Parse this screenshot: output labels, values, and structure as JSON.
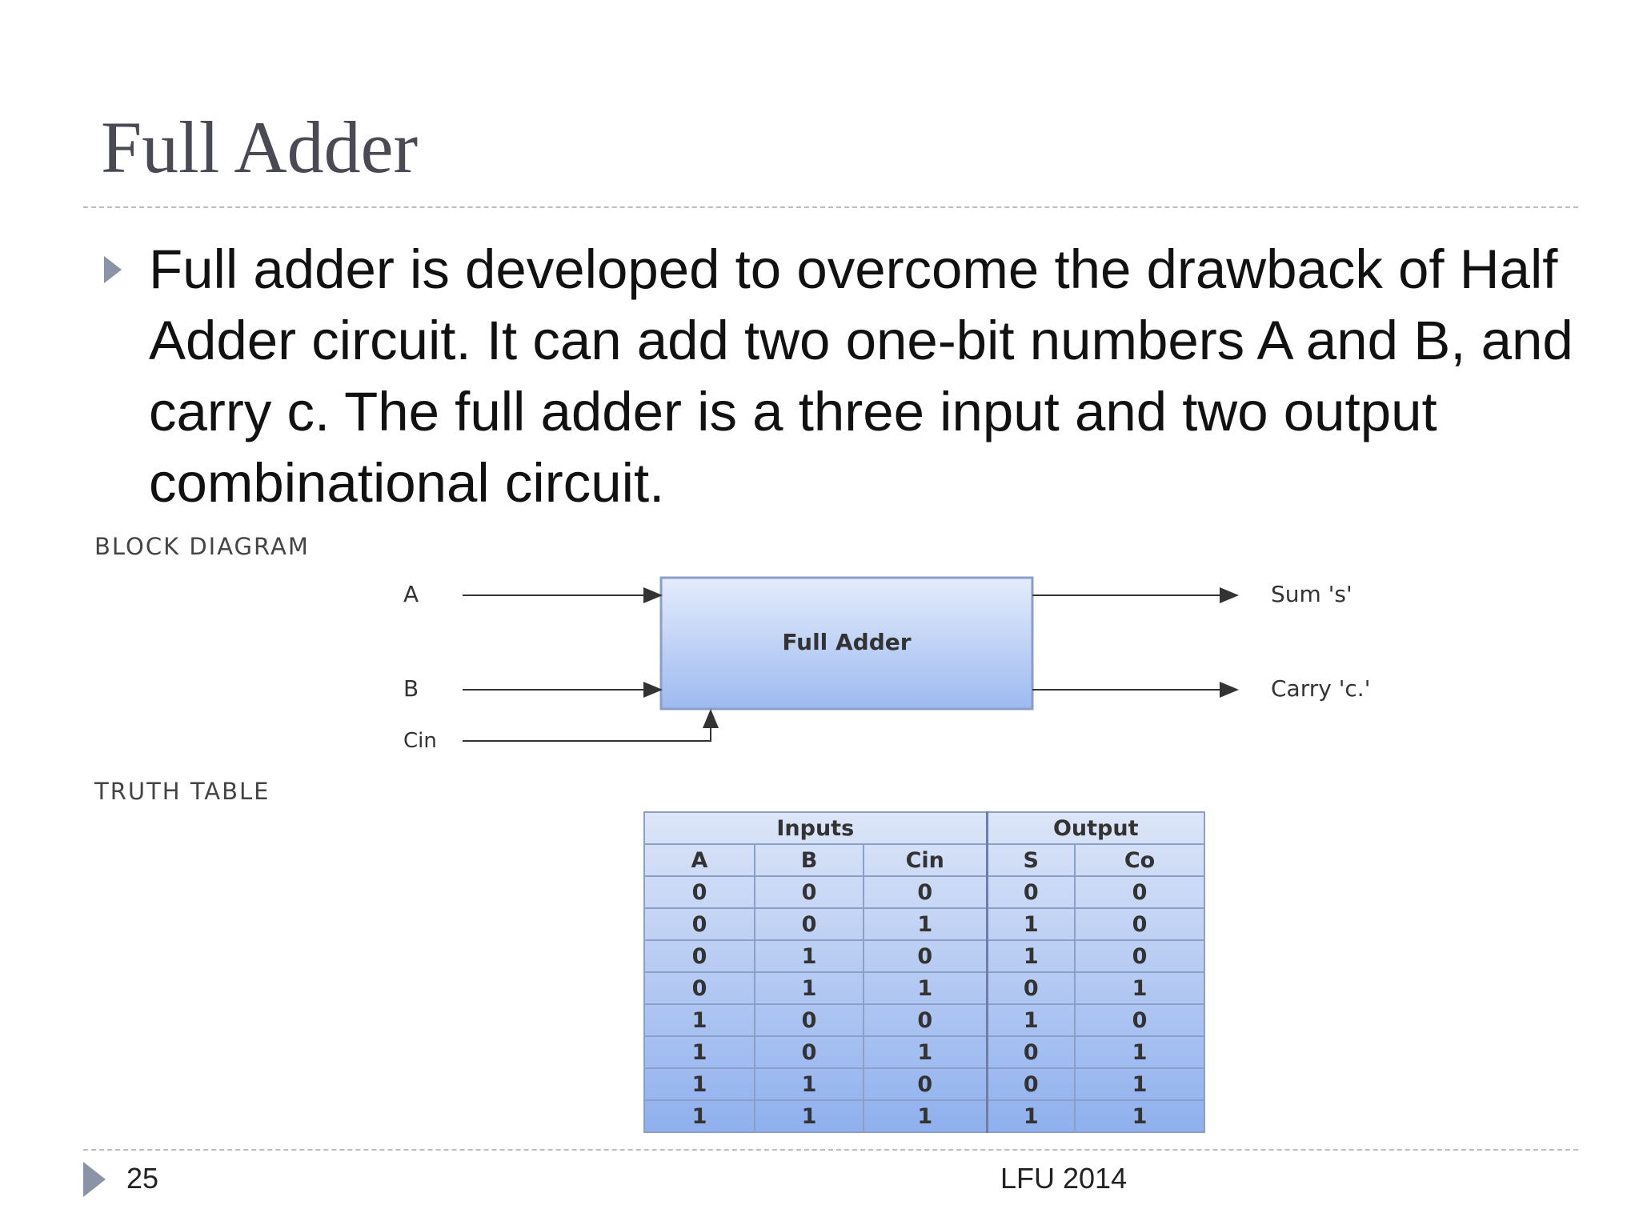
{
  "slide": {
    "title": "Full Adder",
    "body": "Full adder is developed to overcome the drawback of Half Adder circuit. It can add two one-bit numbers A and B, and carry c. The full adder is a three input and two output combinational circuit.",
    "footer": {
      "page_number": "25",
      "text": "LFU 2014"
    }
  },
  "block_diagram": {
    "label": "BLOCK DIAGRAM",
    "box_label": "Full Adder",
    "inputs": [
      "A",
      "B",
      "Cin"
    ],
    "outputs": [
      "Sum 's'",
      "Carry 'c.'"
    ]
  },
  "truth_table": {
    "label": "TRUTH TABLE",
    "group_headers": [
      "Inputs",
      "Output"
    ],
    "columns": [
      "A",
      "B",
      "Cin",
      "S",
      "Co"
    ],
    "rows": [
      [
        "0",
        "0",
        "0",
        "0",
        "0"
      ],
      [
        "0",
        "0",
        "1",
        "1",
        "0"
      ],
      [
        "0",
        "1",
        "0",
        "1",
        "0"
      ],
      [
        "0",
        "1",
        "1",
        "0",
        "1"
      ],
      [
        "1",
        "0",
        "0",
        "1",
        "0"
      ],
      [
        "1",
        "0",
        "1",
        "0",
        "1"
      ],
      [
        "1",
        "1",
        "0",
        "0",
        "1"
      ],
      [
        "1",
        "1",
        "1",
        "1",
        "1"
      ]
    ]
  }
}
